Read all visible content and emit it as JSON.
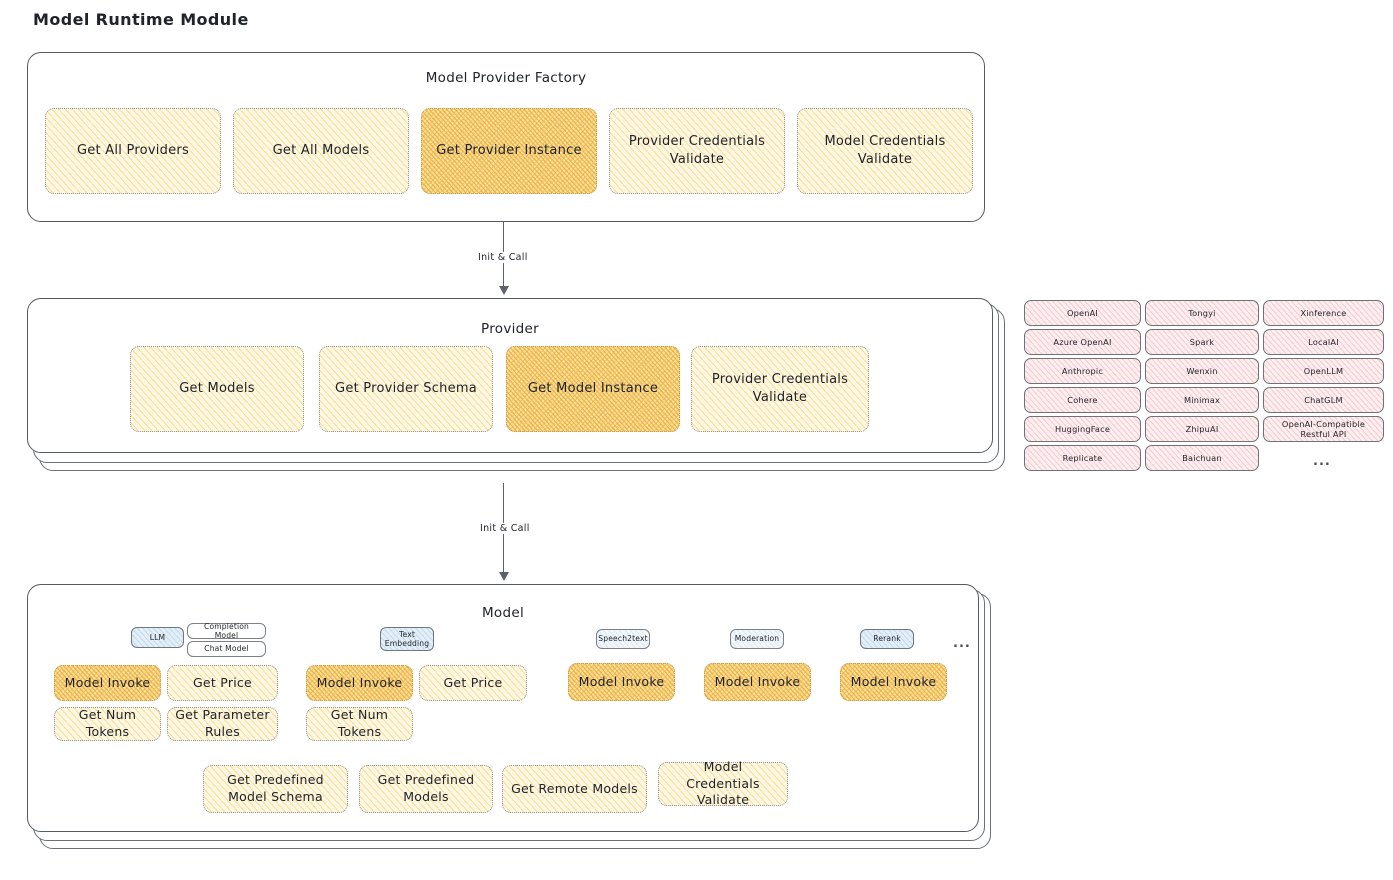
{
  "page": {
    "title": "Model Runtime Module"
  },
  "factory": {
    "title": "Model Provider Factory",
    "boxes": [
      {
        "label": "Get All Providers",
        "highlight": false
      },
      {
        "label": "Get All Models",
        "highlight": false
      },
      {
        "label": "Get Provider Instance",
        "highlight": true
      },
      {
        "label": "Provider Credentials Validate",
        "highlight": false
      },
      {
        "label": "Model Credentials Validate",
        "highlight": false
      }
    ]
  },
  "arrow1": {
    "label": "Init & Call"
  },
  "provider": {
    "title": "Provider",
    "boxes": [
      {
        "label": "Get Models",
        "highlight": false
      },
      {
        "label": "Get Provider Schema",
        "highlight": false
      },
      {
        "label": "Get Model Instance",
        "highlight": true
      },
      {
        "label": "Provider Credentials Validate",
        "highlight": false
      }
    ]
  },
  "provider_list": {
    "columns": [
      {
        "items": [
          "OpenAI",
          "Azure OpenAI",
          "Anthropic",
          "Cohere",
          "HuggingFace",
          "Replicate"
        ]
      },
      {
        "items": [
          "Tongyi",
          "Spark",
          "Wenxin",
          "Minimax",
          "ZhipuAI",
          "Baichuan"
        ]
      },
      {
        "items": [
          "Xinference",
          "LocalAI",
          "OpenLLM",
          "ChatGLM",
          "OpenAI-Compatible Restful API"
        ]
      }
    ],
    "more": "..."
  },
  "arrow2": {
    "label": "Init & Call"
  },
  "model": {
    "title": "Model",
    "more": "...",
    "types": [
      {
        "name": "LLM",
        "style": "blue",
        "subchips": [
          "Completion Model",
          "Chat Model"
        ],
        "methods": [
          {
            "label": "Model Invoke",
            "highlight": true
          },
          {
            "label": "Get Price",
            "highlight": false
          },
          {
            "label": "Get Num Tokens",
            "highlight": false
          },
          {
            "label": "Get Parameter Rules",
            "highlight": false
          }
        ]
      },
      {
        "name": "Text Embedding",
        "style": "blue",
        "subchips": [],
        "methods": [
          {
            "label": "Model Invoke",
            "highlight": true
          },
          {
            "label": "Get Price",
            "highlight": false
          },
          {
            "label": "Get Num Tokens",
            "highlight": false
          }
        ]
      },
      {
        "name": "Speech2text",
        "style": "faintblue",
        "subchips": [],
        "methods": [
          {
            "label": "Model Invoke",
            "highlight": true
          }
        ]
      },
      {
        "name": "Moderation",
        "style": "faintblue",
        "subchips": [],
        "methods": [
          {
            "label": "Model Invoke",
            "highlight": true
          }
        ]
      },
      {
        "name": "Rerank",
        "style": "blue",
        "subchips": [],
        "methods": [
          {
            "label": "Model Invoke",
            "highlight": true
          }
        ]
      }
    ],
    "common_methods": [
      {
        "label": "Get Predefined Model Schema"
      },
      {
        "label": "Get Predefined Models"
      },
      {
        "label": "Get Remote Models"
      },
      {
        "label": "Model Credentials Validate"
      }
    ]
  }
}
